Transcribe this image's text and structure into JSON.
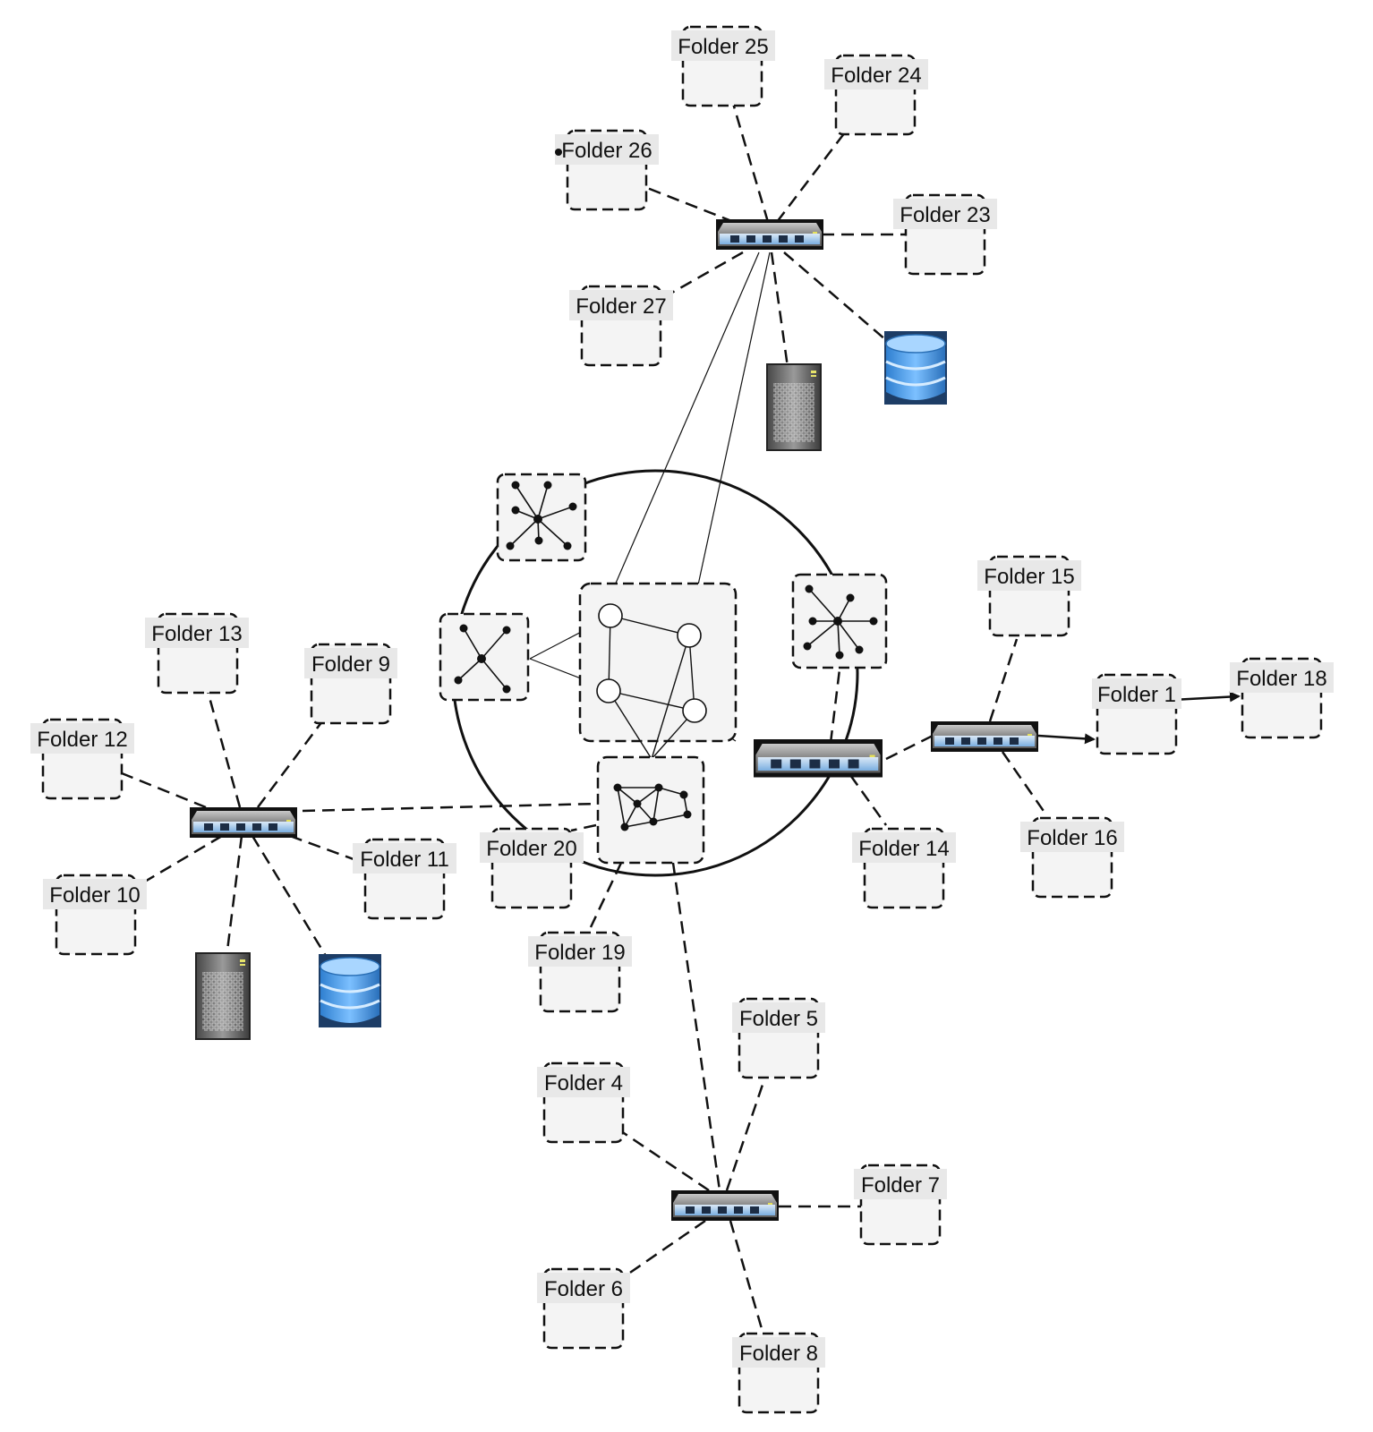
{
  "diagram": {
    "folders": {
      "f1": "Folder 1",
      "f4": "Folder 4",
      "f5": "Folder 5",
      "f6": "Folder 6",
      "f7": "Folder 7",
      "f8": "Folder 8",
      "f9": "Folder 9",
      "f10": "Folder 10",
      "f11": "Folder 11",
      "f12": "Folder 12",
      "f13": "Folder 13",
      "f14": "Folder 14",
      "f15": "Folder 15",
      "f16": "Folder 16",
      "f18": "Folder 18",
      "f19": "Folder 19",
      "f20": "Folder 20",
      "f23": "Folder 23",
      "f24": "Folder 24",
      "f25": "Folder 25",
      "f26": "Folder 26",
      "f27": "Folder 27"
    },
    "icons": {
      "switch": "network-switch-icon",
      "server": "server-tower-icon",
      "database": "database-icon",
      "star_topology": "star-network-icon",
      "mesh_topology": "mesh-network-icon"
    },
    "colors": {
      "folder_fill": "#f4f4f4",
      "switch_body": "#8a8a8a",
      "switch_ports": "#8fc3f5",
      "database_blue": "#4a9ae8",
      "server_gray": "#6b6b6b"
    }
  }
}
